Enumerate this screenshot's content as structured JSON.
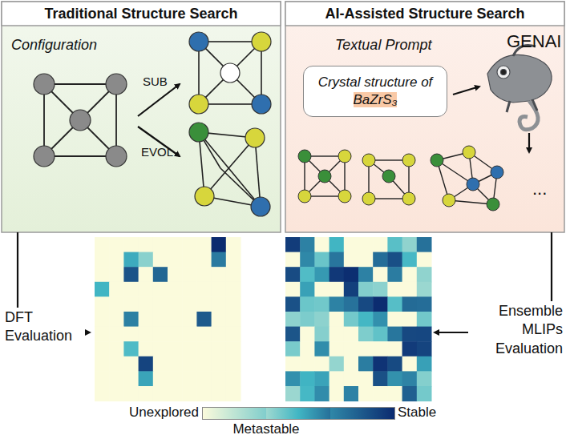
{
  "diagram": {
    "nodes": [
      {
        "text": [
          "Traditional Structure Search",
          "Configuration"
        ]
      },
      {
        "text": [
          "AI-Assisted Structure Search",
          "Textual Prompt"
        ]
      },
      {
        "text": [
          "Crystal structure of BaZrS₃"
        ],
        "in": 1
      }
    ],
    "labels": [
      "SUB",
      "EVOL",
      "GENAI",
      "...",
      "DFT Evaluation",
      "Ensemble MLIPs Evaluation"
    ],
    "legend": [
      {
        "text": "Unexplored",
        "color": "#fbfbdc"
      },
      {
        "text": "Metastable",
        "color": "#41b6c4"
      },
      {
        "text": "Stable",
        "color": "#0b2a6f"
      }
    ]
  }
}
